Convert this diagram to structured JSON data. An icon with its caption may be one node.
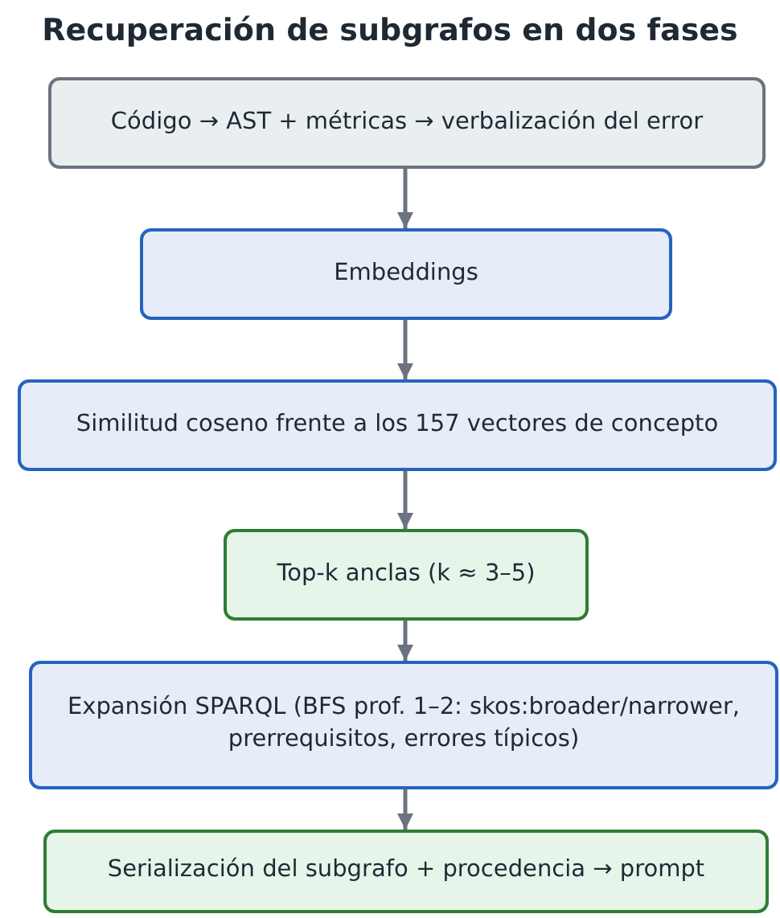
{
  "diagram": {
    "title": "Recuperación de subgrafos en dos fases",
    "nodes": [
      {
        "text": [
          "Código → AST + métricas → verbalización del error"
        ]
      },
      {
        "text": [
          "Embeddings"
        ]
      },
      {
        "text": [
          "Similitud coseno frente a los 157 vectores de concepto"
        ]
      },
      {
        "text": [
          "Top-k anclas (k ≈ 3–5)"
        ]
      },
      {
        "text": [
          "Expansión SPARQL (BFS prof. 1–2: skos:broader/narrower, prerrequisitos, errores típicos)"
        ]
      },
      {
        "text": [
          "Serialización del subgrafo + procedencia → prompt"
        ]
      }
    ],
    "edges": [
      {
        "from": 0,
        "to": 1,
        "arrow": "to"
      },
      {
        "from": 1,
        "to": 2,
        "arrow": "to"
      },
      {
        "from": 2,
        "to": 3,
        "arrow": "to"
      },
      {
        "from": 3,
        "to": 4,
        "arrow": "to"
      },
      {
        "from": 4,
        "to": 5,
        "arrow": "to"
      }
    ]
  }
}
